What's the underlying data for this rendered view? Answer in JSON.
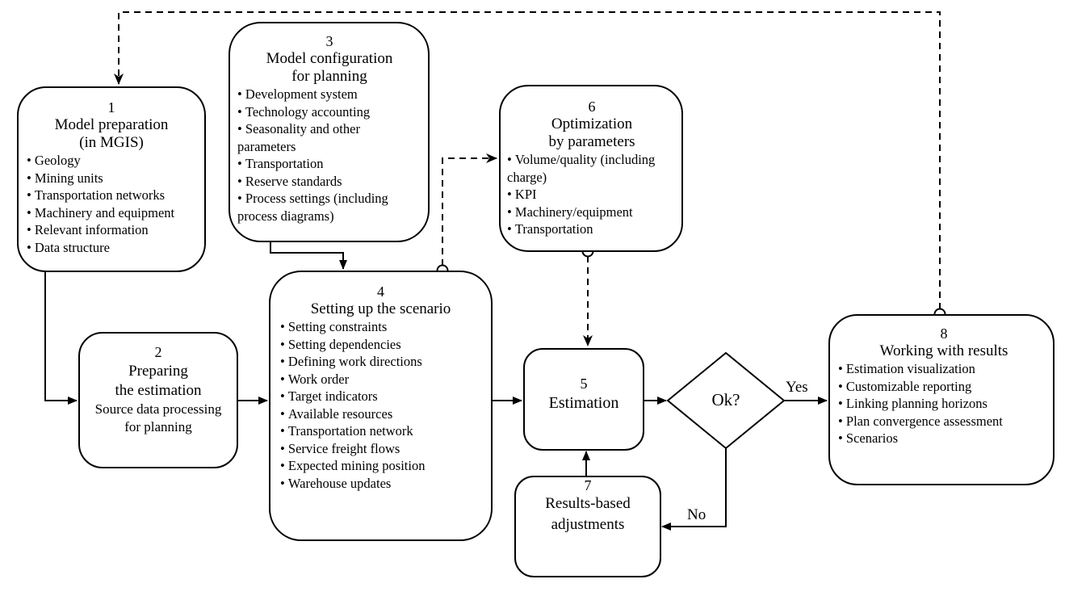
{
  "diagram": {
    "boxes": [
      {
        "id": "1",
        "number": "1",
        "title_lines": [
          "Model preparation",
          "(in MGIS)"
        ],
        "items": [
          "Geology",
          "Mining units",
          "Transportation networks",
          "Machinery and equipment",
          "Relevant information",
          "Data structure"
        ]
      },
      {
        "id": "2",
        "number": "2",
        "title_lines": [
          "Preparing",
          "the estimation"
        ],
        "subtitle_lines": [
          "Source data processing",
          "for planning"
        ]
      },
      {
        "id": "3",
        "number": "3",
        "title_lines": [
          "Model configuration",
          "for planning"
        ],
        "items": [
          "Development system",
          "Technology accounting",
          "Seasonality and other parameters",
          "Transportation",
          "Reserve standards",
          "Process settings (including process diagrams)"
        ]
      },
      {
        "id": "4",
        "number": "4",
        "title_lines": [
          "Setting up the scenario"
        ],
        "items": [
          "Setting constraints",
          "Setting dependencies",
          "Defining work directions",
          "Work order",
          "Target indicators",
          "Available resources",
          "Transportation network",
          "Service freight flows",
          "Expected mining position",
          "Warehouse updates"
        ]
      },
      {
        "id": "5",
        "number": "5",
        "title_lines": [
          "Estimation"
        ]
      },
      {
        "id": "6",
        "number": "6",
        "title_lines": [
          "Optimization",
          "by parameters"
        ],
        "items": [
          "Volume/quality (including charge)",
          "KPI",
          "Machinery/equipment",
          "Transportation"
        ]
      },
      {
        "id": "7",
        "number": "7",
        "title_lines": [
          "Results-based",
          "adjustments"
        ]
      },
      {
        "id": "8",
        "number": "8",
        "title_lines": [
          "Working with results"
        ],
        "items": [
          "Estimation visualization",
          "Customizable reporting",
          "Linking planning horizons",
          "Plan convergence assessment",
          "Scenarios"
        ]
      }
    ],
    "decision": {
      "label": "Ok?",
      "yes_label": "Yes",
      "no_label": "No"
    },
    "edges": [
      {
        "from": "1",
        "to": "2",
        "style": "solid"
      },
      {
        "from": "2",
        "to": "4",
        "style": "solid"
      },
      {
        "from": "3",
        "to": "4",
        "style": "solid"
      },
      {
        "from": "4",
        "to": "6",
        "style": "dashed"
      },
      {
        "from": "6",
        "to": "5",
        "style": "dashed"
      },
      {
        "from": "4",
        "to": "5",
        "style": "solid"
      },
      {
        "from": "5",
        "to": "decision",
        "style": "solid"
      },
      {
        "from": "decision",
        "to": "8",
        "style": "solid",
        "label": "Yes"
      },
      {
        "from": "decision",
        "to": "7",
        "style": "solid",
        "label": "No"
      },
      {
        "from": "7",
        "to": "5",
        "style": "solid"
      },
      {
        "from": "8",
        "to": "1",
        "style": "dashed"
      }
    ]
  }
}
